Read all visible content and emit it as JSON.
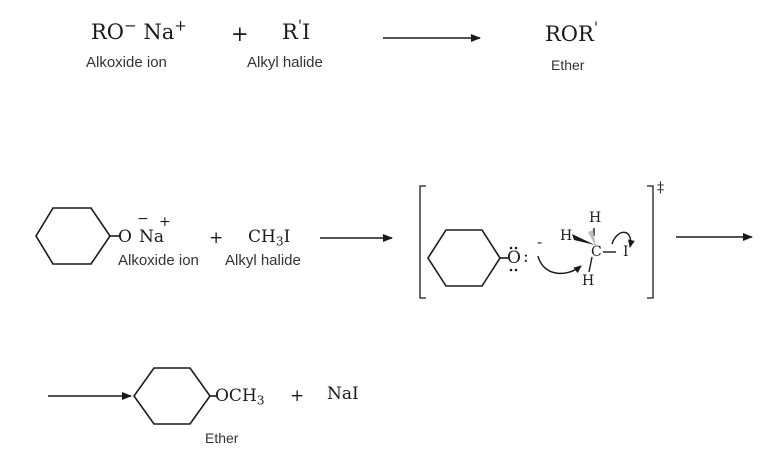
{
  "row1": {
    "alkoxide": {
      "ro": "RO",
      "minus": "−",
      "na": "Na",
      "plus": "+"
    },
    "plus_sign": "+",
    "alkyl_halide": {
      "r": "R",
      "prime": "'",
      "i": "I"
    },
    "ether": {
      "ror": "ROR",
      "prime": "'"
    },
    "label_alkoxide": "Alkoxide ion",
    "label_alkyl_halide": "Alkyl halide",
    "label_ether": "Ether"
  },
  "row2": {
    "o": "O",
    "minus": "−",
    "na": "Na",
    "plus": "+",
    "label_alkoxide": "Alkoxide ion",
    "plus_sign": "+",
    "reagent": {
      "ch": "CH",
      "sub": "3",
      "i": "I"
    },
    "label_alkyl_halide": "Alkyl halide",
    "transition_state": {
      "o": "O",
      "colon": ":",
      "minus": "-",
      "h_top": "H",
      "h_left": "H",
      "c": "C",
      "i": "I",
      "h_bottom": "H",
      "dagger": "‡"
    }
  },
  "row3": {
    "och": "OCH",
    "sub": "3",
    "plus_sign": "+",
    "nai": "NaI",
    "label_ether": "Ether"
  },
  "colors": {
    "ink": "#1a1a1a",
    "label": "#333333"
  }
}
